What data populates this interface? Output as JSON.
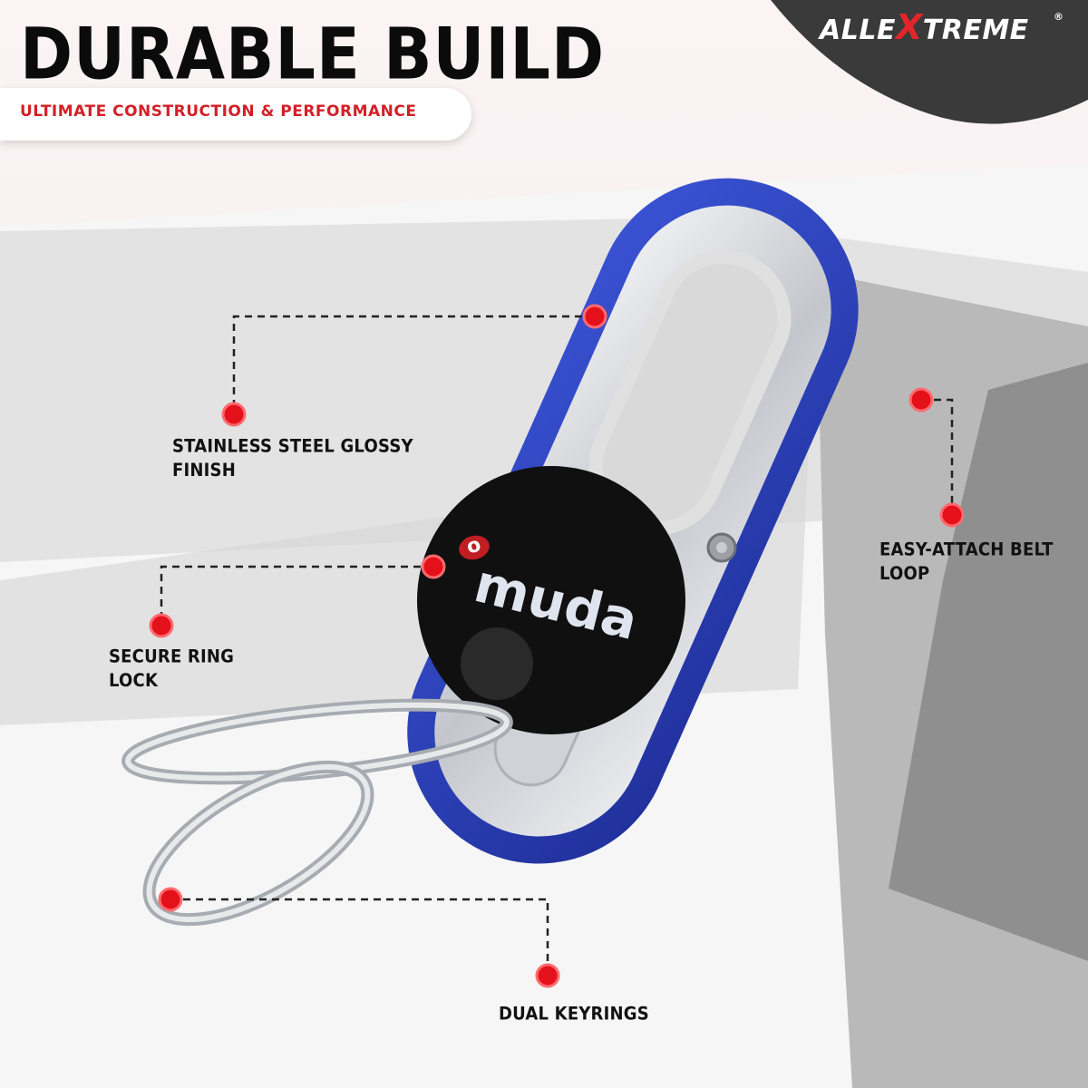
{
  "header": {
    "title": "DURABLE BUILD",
    "subtitle": "ULTIMATE CONSTRUCTION & PERFORMANCE"
  },
  "brand": {
    "name_part1": "ALLE",
    "name_accent": "X",
    "name_part2": "TREME",
    "registered_mark": "®"
  },
  "product": {
    "badge_text": "muda",
    "badge_letter": "o"
  },
  "callouts": {
    "finish": {
      "line1": "STAINLESS STEEL GLOSSY",
      "line2": "FINISH"
    },
    "lock": {
      "line1": "SECURE RING",
      "line2": "LOCK"
    },
    "belt_loop": {
      "line1": "EASY-ATTACH BELT",
      "line2": "LOOP"
    },
    "keyrings": {
      "line1": "DUAL KEYRINGS"
    }
  },
  "colors": {
    "accent_red": "#d41f26",
    "clip_blue": "#2a3fb8",
    "steel": "#d3d6dc",
    "corner_dark": "#3a3a3a",
    "background_gray": "#c9c9c9"
  }
}
